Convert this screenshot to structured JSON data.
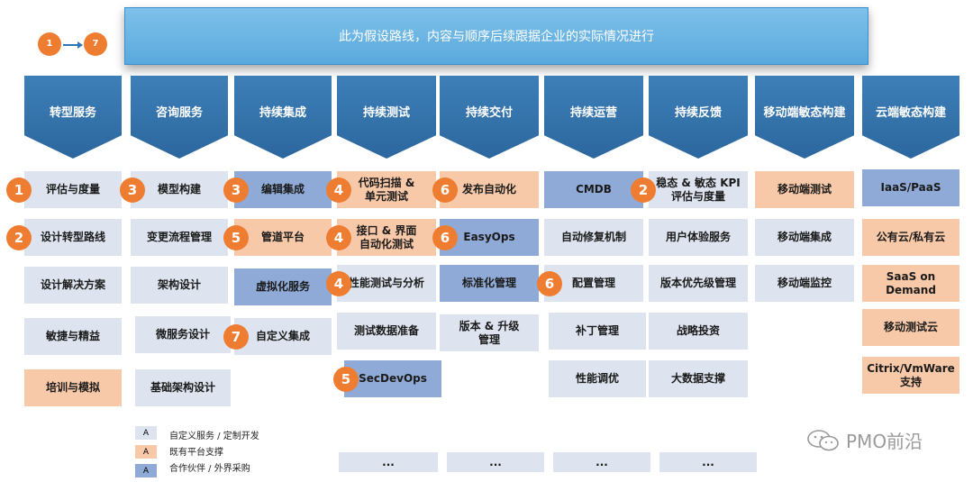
{
  "banner": "此为假设路线，内容与顺序后续跟据企业的实际情况进行",
  "order_legend": {
    "from": "1",
    "to": "7"
  },
  "colors": {
    "self": "#dde4ef",
    "platform": "#f8c9a8",
    "partner": "#8faad6",
    "step": "#ef7d31",
    "header": "#2c679e"
  },
  "columns": [
    {
      "header": "转型服务",
      "items": [
        {
          "label": "评估与度量",
          "type": "self",
          "step": "1"
        },
        {
          "label": "设计转型路线",
          "type": "self",
          "step": "2"
        },
        {
          "label": "设计解决方案",
          "type": "self"
        },
        {
          "label": "敏捷与精益",
          "type": "self"
        },
        {
          "label": "培训与模拟",
          "type": "platform"
        }
      ]
    },
    {
      "header": "咨询服务",
      "items": [
        {
          "label": "模型构建",
          "type": "self",
          "step": "3"
        },
        {
          "label": "变更流程管理",
          "type": "self"
        },
        {
          "label": "架构设计",
          "type": "self"
        },
        {
          "label": "微服务设计",
          "type": "self"
        },
        {
          "label": "基础架构设计",
          "type": "self"
        }
      ]
    },
    {
      "header": "持续集成",
      "items": [
        {
          "label": "编辑集成",
          "type": "partner",
          "step": "3"
        },
        {
          "label": "管道平台",
          "type": "platform",
          "step": "5"
        },
        {
          "label": "虚拟化服务",
          "type": "partner"
        },
        {
          "label": "自定义集成",
          "type": "self",
          "step": "7"
        }
      ]
    },
    {
      "header": "持续测试",
      "items": [
        {
          "label": "代码扫描 &\n单元测试",
          "type": "platform",
          "step": "4"
        },
        {
          "label": "接口 & 界面\n自动化测试",
          "type": "platform",
          "step": "4"
        },
        {
          "label": "性能测试与分析",
          "type": "self",
          "step": "4"
        },
        {
          "label": "测试数据准备",
          "type": "self"
        },
        {
          "label": "SecDevOps",
          "type": "partner",
          "step": "5"
        }
      ]
    },
    {
      "header": "持续交付",
      "items": [
        {
          "label": "发布自动化",
          "type": "platform",
          "step": "6"
        },
        {
          "label": "EasyOps",
          "type": "partner",
          "step": "6"
        },
        {
          "label": "标准化管理",
          "type": "partner"
        },
        {
          "label": "版本 & 升级\n管理",
          "type": "self"
        }
      ]
    },
    {
      "header": "持续运营",
      "items": [
        {
          "label": "CMDB",
          "type": "partner"
        },
        {
          "label": "自动修复机制",
          "type": "self"
        },
        {
          "label": "配置管理",
          "type": "self",
          "step": "6"
        },
        {
          "label": "补丁管理",
          "type": "self"
        },
        {
          "label": "性能调优",
          "type": "self"
        }
      ]
    },
    {
      "header": "持续反馈",
      "items": [
        {
          "label": "稳态 & 敏态 KPI\n评估与度量",
          "type": "self",
          "step": "2"
        },
        {
          "label": "用户体验服务",
          "type": "self"
        },
        {
          "label": "版本优先级管理",
          "type": "self"
        },
        {
          "label": "战略投资",
          "type": "self"
        },
        {
          "label": "大数据支撑",
          "type": "self"
        }
      ]
    },
    {
      "header": "移动端敏态构建",
      "items": [
        {
          "label": "移动端测试",
          "type": "platform"
        },
        {
          "label": "移动端集成",
          "type": "self"
        },
        {
          "label": "移动端监控",
          "type": "self"
        }
      ]
    },
    {
      "header": "云端敏态构建",
      "items": [
        {
          "label": "IaaS/PaaS",
          "type": "partner"
        },
        {
          "label": "公有云/私有云",
          "type": "platform"
        },
        {
          "label": "SaaS on Demand",
          "type": "platform"
        },
        {
          "label": "移动测试云",
          "type": "platform"
        },
        {
          "label": "Citrix/VmWare\n支持",
          "type": "platform"
        }
      ]
    }
  ],
  "ellipsis": [
    "...",
    "...",
    "...",
    "..."
  ],
  "legend": [
    {
      "swatch": "A",
      "type": "self",
      "label": "自定义服务 / 定制开发"
    },
    {
      "swatch": "A",
      "type": "platform",
      "label": "既有平台支撑"
    },
    {
      "swatch": "A",
      "type": "partner",
      "label": "合作伙伴 / 外界采购"
    }
  ],
  "watermark": "PMO前沿"
}
